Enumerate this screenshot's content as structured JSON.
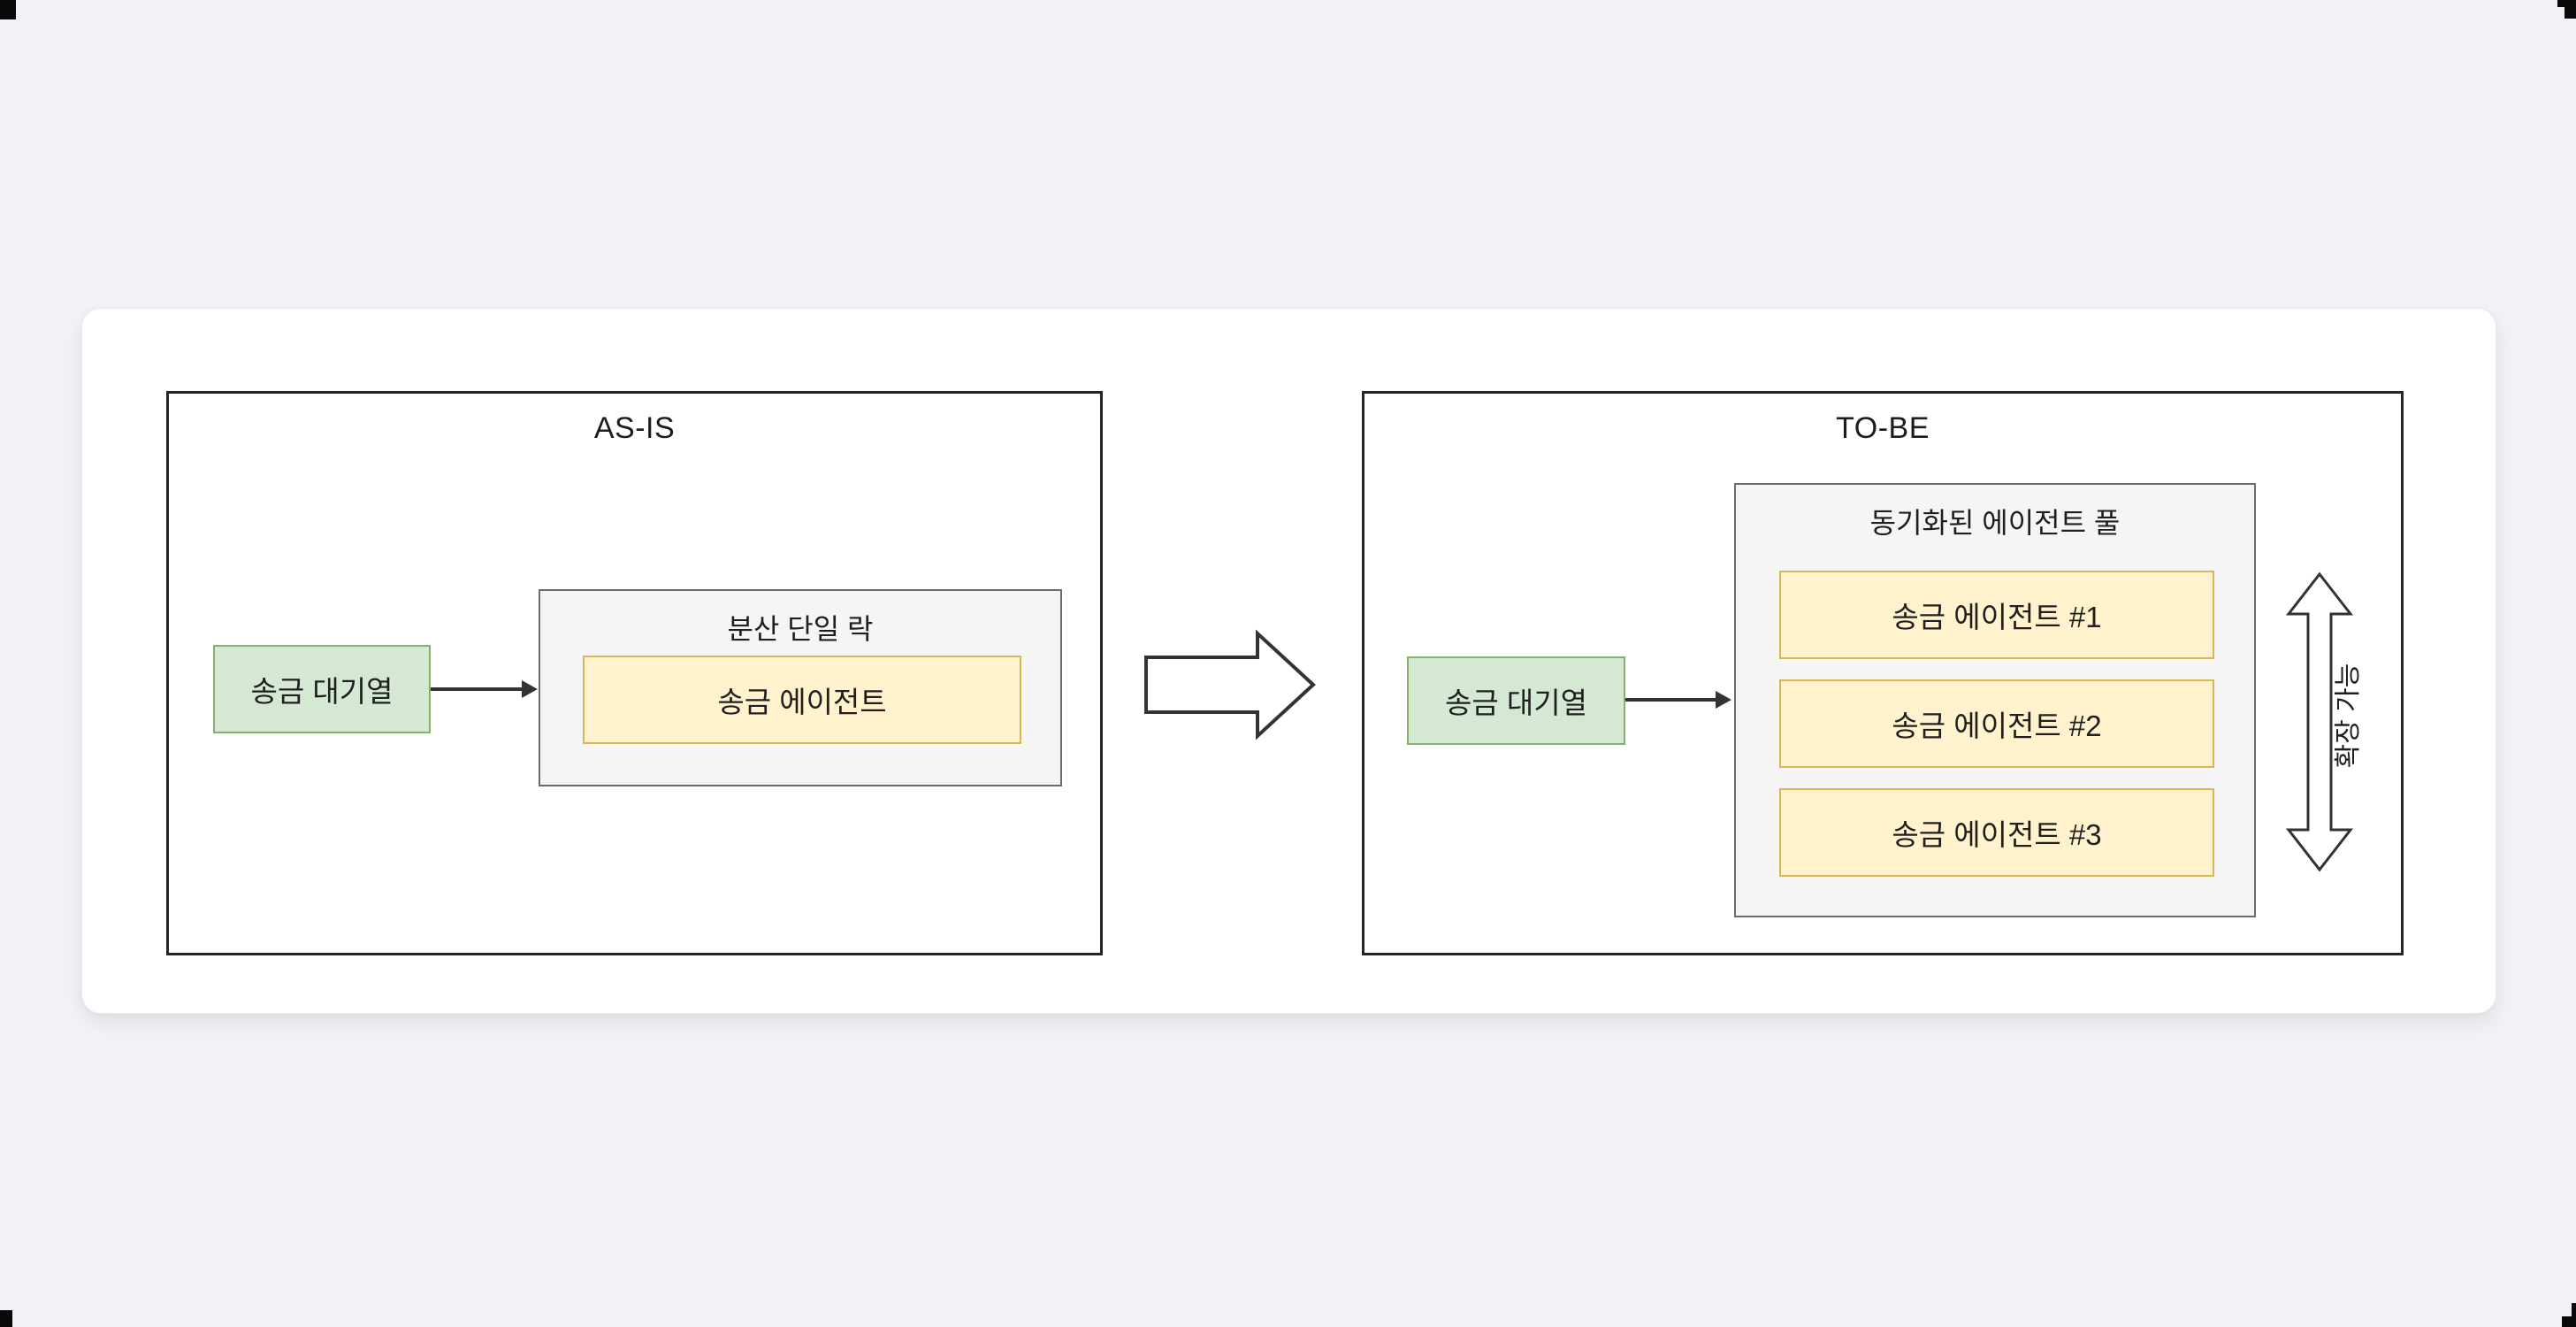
{
  "panels": {
    "asis": {
      "title": "AS-IS",
      "queue_label": "송금 대기열",
      "lock_box_title": "분산 단일 락",
      "agent_label": "송금 에이전트"
    },
    "tobe": {
      "title": "TO-BE",
      "queue_label": "송금 대기열",
      "pool_title": "동기화된 에이전트 풀",
      "agents": [
        "송금 에이전트 #1",
        "송금 에이전트 #2",
        "송금 에이전트 #3"
      ],
      "scale_label": "확장 가능"
    }
  },
  "colors": {
    "bg": "#f1f2f5",
    "card": "#ffffff",
    "ink": "#1c1c1c",
    "stroke": "#333333",
    "panel-border": "#262626",
    "green-fill": "#d5e8d4",
    "green-border": "#82b366",
    "yellow-fill": "#fff2cc",
    "yellow-border": "#d6b656",
    "gray-fill": "#f5f5f5",
    "gray-border": "#6b6b6b"
  }
}
